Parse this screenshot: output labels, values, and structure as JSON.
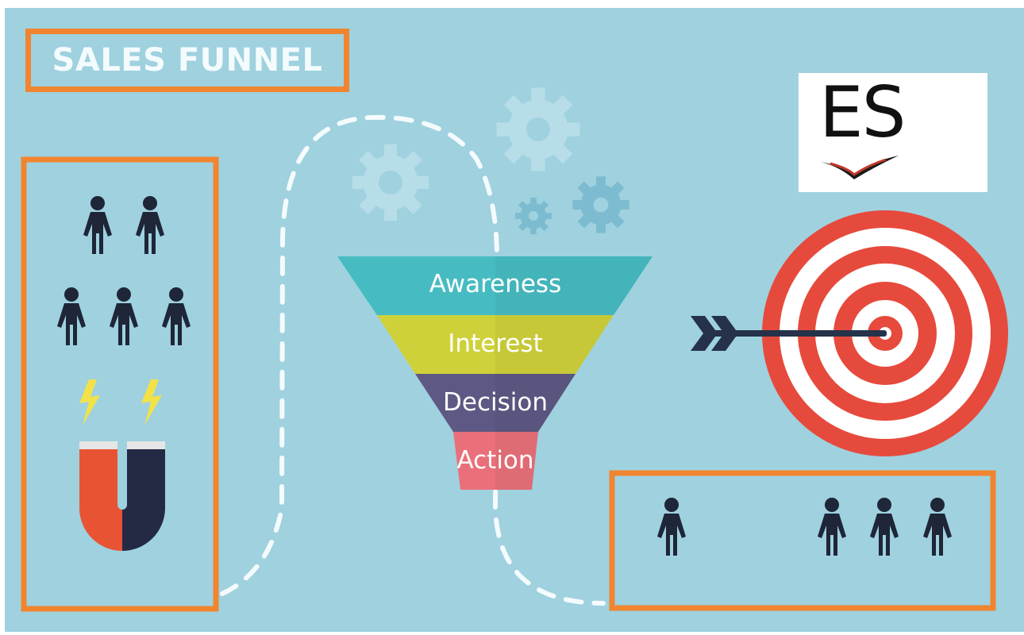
{
  "title": "SALES FUNNEL",
  "logo": {
    "text": "ES"
  },
  "funnel": {
    "stages": [
      {
        "label": "Awareness",
        "color": "#46bcc2"
      },
      {
        "label": "Interest",
        "color": "#cfd13a"
      },
      {
        "label": "Decision",
        "color": "#5e5984"
      },
      {
        "label": "Action",
        "color": "#e9707a"
      }
    ]
  },
  "colors": {
    "background": "#9fd1df",
    "frame": "#f1852f",
    "person": "#1e2638",
    "magnet_red": "#e85433",
    "magnet_dark": "#252a44",
    "bolt": "#f2e248",
    "target_red": "#e64a3c",
    "gear": "#b6dde8"
  },
  "icons": {
    "people_left_row1": 2,
    "people_left_row2": 3,
    "people_right_single": 1,
    "people_right_group": 3
  }
}
